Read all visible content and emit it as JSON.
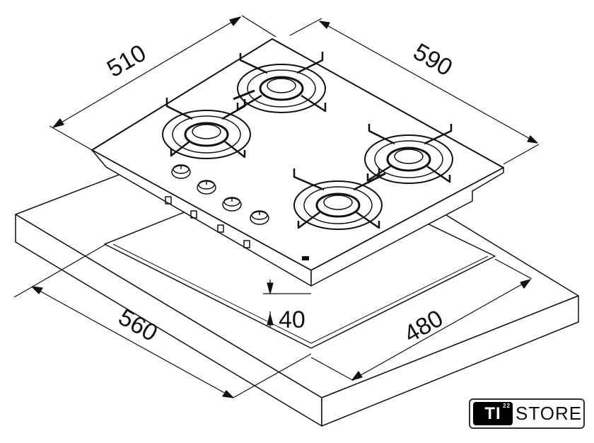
{
  "dimensions": {
    "hob_depth": "510",
    "hob_width": "590",
    "cutout_width": "560",
    "cutout_depth": "480",
    "height": "40"
  },
  "logo": {
    "badge": "TI",
    "superscript": "22",
    "text": "STORE"
  },
  "colors": {
    "line": "#111111",
    "background": "#ffffff"
  }
}
